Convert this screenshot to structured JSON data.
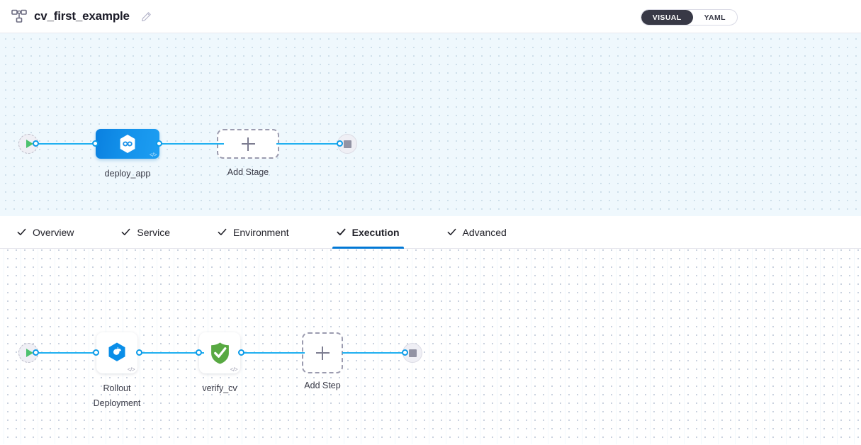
{
  "header": {
    "pipeline_icon": "pipeline-icon",
    "title": "cv_first_example",
    "edit_icon": "pencil-icon",
    "view_toggle": {
      "options": [
        "VISUAL",
        "YAML"
      ],
      "selected": "VISUAL"
    }
  },
  "stage_canvas": {
    "start_node": {
      "icon": "play-icon",
      "label": ""
    },
    "nodes": [
      {
        "id": "deploy_app",
        "label": "deploy_app",
        "type": "stage",
        "icon": "harness-hexagon-icon",
        "badge": "</>",
        "selected": true
      },
      {
        "id": "add_stage",
        "label": "Add Stage",
        "type": "add",
        "icon": "plus-icon"
      }
    ],
    "end_node": {
      "icon": "stop-icon"
    }
  },
  "tabs": [
    {
      "label": "Overview",
      "checked": true,
      "active": false
    },
    {
      "label": "Service",
      "checked": true,
      "active": false
    },
    {
      "label": "Environment",
      "checked": true,
      "active": false
    },
    {
      "label": "Execution",
      "checked": true,
      "active": true
    },
    {
      "label": "Advanced",
      "checked": true,
      "active": false
    }
  ],
  "step_canvas": {
    "start_node": {
      "icon": "play-icon"
    },
    "nodes": [
      {
        "id": "rollout_deployment",
        "label": "Rollout\nDeployment",
        "type": "step",
        "icon": "k8s-rollout-icon",
        "badge": "</>"
      },
      {
        "id": "verify_cv",
        "label": "verify_cv",
        "type": "step",
        "icon": "green-shield-check-icon",
        "badge": "</>"
      },
      {
        "id": "add_step",
        "label": "Add Step",
        "type": "add",
        "icon": "plus-icon"
      }
    ],
    "end_node": {
      "icon": "stop-icon"
    }
  },
  "colors": {
    "accent_blue": "#20b0f0",
    "stage_blue": "#1391ea",
    "tab_active": "#0278d5",
    "play_green": "#4dc16e",
    "shield_green": "#57a93e",
    "toggle_dark": "#383946",
    "stage_canvas_bg": "#eff8fd"
  }
}
